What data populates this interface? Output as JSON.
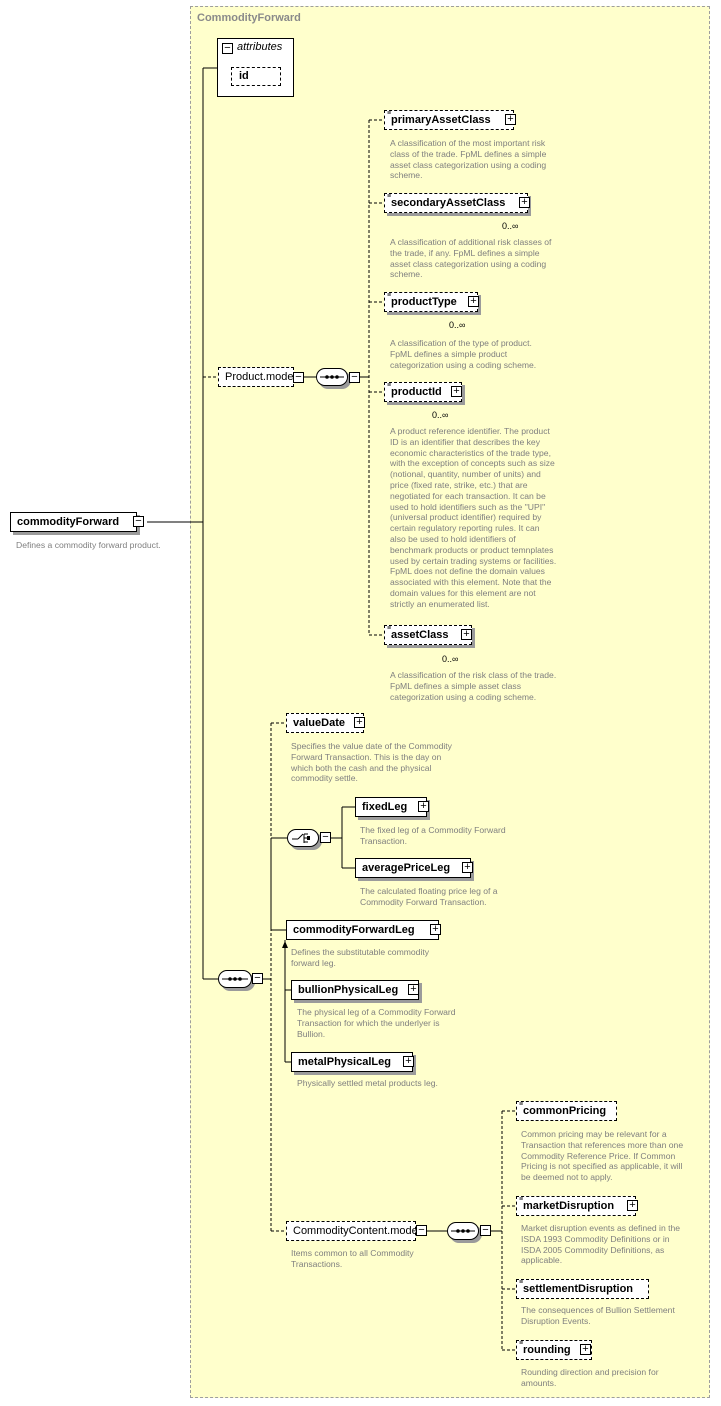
{
  "type_name": "CommodityForward",
  "root": {
    "name": "commodityForward",
    "doc": "Defines a commodity forward product."
  },
  "attributes": {
    "label": "attributes",
    "items": [
      "id"
    ]
  },
  "product_model": {
    "name": "Product.model",
    "children": [
      {
        "name": "primaryAssetClass",
        "cardinality": "",
        "doc": "A classification of the most important risk\nclass of the trade. FpML defines a simple\nasset class categorization using a coding\nscheme."
      },
      {
        "name": "secondaryAssetClass",
        "cardinality": "0..∞",
        "doc": "A classification of additional risk classes of\nthe trade, if any. FpML defines a simple\nasset class categorization using a coding\nscheme."
      },
      {
        "name": "productType",
        "cardinality": "0..∞",
        "doc": "A classification of the type of product.\nFpML defines a simple product\ncategorization using a coding scheme."
      },
      {
        "name": "productId",
        "cardinality": "0..∞",
        "doc": "A product reference identifier. The product\nID is an identifier that describes the key\neconomic characteristics of the trade type,\nwith the exception of concepts such as size\n(notional, quantity, number of units) and\nprice (fixed rate, strike, etc.) that are\nnegotiated for each transaction. It can be\nused to hold identifiers such as the \"UPI\"\n(universal product identifier) required by\ncertain regulatory reporting rules. It can\nalso be used to hold identifiers of\nbenchmark products or product temnplates\nused by certain trading systems or facilities.\nFpML does not define the domain values\nassociated with this element. Note that the\ndomain values for this element are not\nstrictly an enumerated list."
      },
      {
        "name": "assetClass",
        "cardinality": "0..∞",
        "doc": "A classification of the risk class of the trade.\nFpML defines a simple asset class\ncategorization using a coding scheme."
      }
    ]
  },
  "value_date": {
    "name": "valueDate",
    "doc": "Specifies the value date of the Commodity\nForward Transaction. This is the day on\nwhich both the cash and the physical\ncommodity settle."
  },
  "choice": [
    {
      "name": "fixedLeg",
      "doc": "The fixed leg of a Commodity Forward\nTransaction."
    },
    {
      "name": "averagePriceLeg",
      "doc": "The calculated floating price leg of a\nCommodity Forward Transaction."
    }
  ],
  "forward_leg": {
    "name": "commodityForwardLeg",
    "doc": "Defines the substitutable commodity\nforward leg."
  },
  "substitutions": [
    {
      "name": "bullionPhysicalLeg",
      "doc": "The physical leg of a Commodity Forward\nTransaction for which the underlyer is\nBullion."
    },
    {
      "name": "metalPhysicalLeg",
      "doc": "Physically settled metal products leg."
    }
  ],
  "content_model": {
    "name": "CommodityContent.model",
    "doc": "Items common to all Commodity\nTransactions.",
    "children": [
      {
        "name": "commonPricing",
        "doc": "Common pricing may be relevant for a\nTransaction that references more than one\nCommodity Reference Price. If Common\nPricing is not specified as applicable, it will\nbe deemed not to apply."
      },
      {
        "name": "marketDisruption",
        "doc": "Market disruption events as defined in the\nISDA 1993 Commodity Definitions or in\nISDA 2005 Commodity Definitions, as\napplicable."
      },
      {
        "name": "settlementDisruption",
        "doc": "The consequences of Bullion Settlement\nDisruption Events."
      },
      {
        "name": "rounding",
        "doc": "Rounding direction and precision for\namounts."
      }
    ]
  }
}
